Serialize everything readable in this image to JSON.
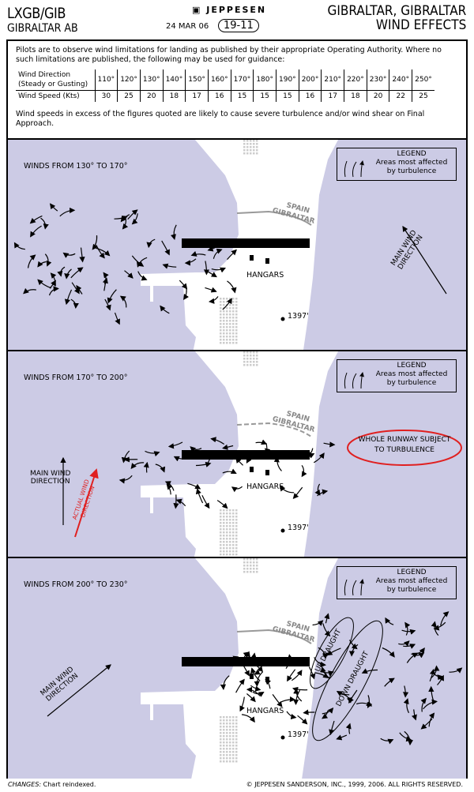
{
  "header": {
    "ident": "LXGB/GIB",
    "airport": "GIBRALTAR AB",
    "brand": "JEPPESEN",
    "date": "24 MAR 06",
    "page": "19-11",
    "title1": "GIBRALTAR, GIBRALTAR",
    "title2": "WIND EFFECTS"
  },
  "info": {
    "intro": "Pilots are to observe wind limitations for landing as published by their appropriate Operating Authority. Where no such limitations are published, the following may be used for guidance:",
    "dir_label1": "Wind Direction",
    "dir_label2": "(Steady or Gusting)",
    "speed_label": "Wind Speed (Kts)",
    "directions": [
      "110°",
      "120°",
      "130°",
      "140°",
      "150°",
      "160°",
      "170°",
      "180°",
      "190°",
      "200°",
      "210°",
      "220°",
      "230°",
      "240°",
      "250°"
    ],
    "speeds": [
      "30",
      "25",
      "20",
      "18",
      "17",
      "16",
      "15",
      "15",
      "15",
      "16",
      "17",
      "18",
      "20",
      "22",
      "25"
    ],
    "warning": "Wind speeds in excess of the figures quoted are likely to cause severe turbulence and/or wind shear on Final Approach."
  },
  "legend": {
    "title": "LEGEND",
    "line1": "Areas most affected",
    "line2": "by turbulence"
  },
  "map": {
    "hangars": "HANGARS",
    "elevation": "1397'",
    "spain": "SPAIN",
    "gibraltar": "GIBRALTAR",
    "main_wind1": "MAIN WIND",
    "main_wind2": "DIRECTION"
  },
  "panels": [
    {
      "title": "WINDS FROM 130° TO 170°"
    },
    {
      "title": "WINDS FROM 170° TO 200°",
      "callout": "WHOLE RUNWAY SUBJECT TO TURBULENCE",
      "actual1": "ACTUAL WIND",
      "actual2": "DIRECTION"
    },
    {
      "title": "WINDS FROM 200° TO 230°",
      "up": "UP DRAUGHT",
      "down": "DOWN DRAUGHT"
    }
  ],
  "footer": {
    "changes_label": "CHANGES:",
    "changes": "Chart reindexed.",
    "copyright": "© JEPPESEN SANDERSON, INC., 1999, 2006. ALL RIGHTS RESERVED."
  },
  "colors": {
    "water": "#cccbe5",
    "red": "#e02020"
  }
}
